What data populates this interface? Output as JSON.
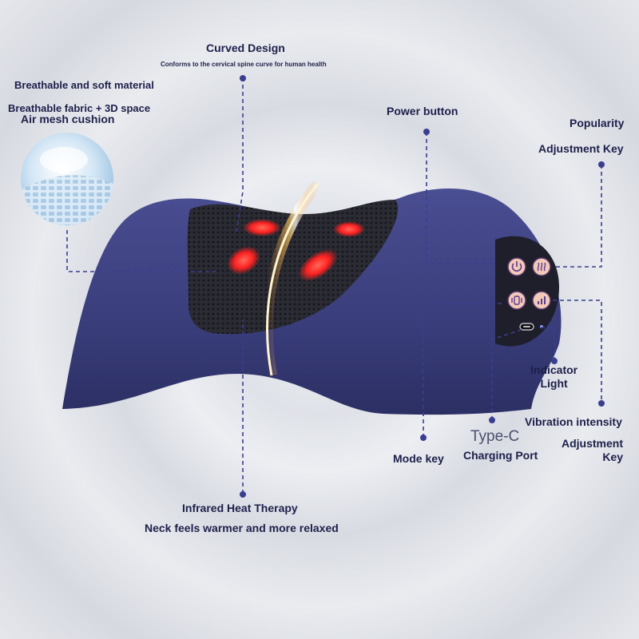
{
  "labels": {
    "curved_title": "Curved Design",
    "curved_sub": "Conforms to the cervical spine curve for human health",
    "breathable_1": "Breathable and soft material",
    "breathable_2": "Breathable fabric + 3D space",
    "breathable_3": "Air mesh cushion",
    "power": "Power button",
    "popularity": "Popularity",
    "adjust_key": "Adjustment Key",
    "indicator": "Indicator\nLight",
    "vibration": "Vibration intensity",
    "vibration_adj": "Adjustment\nKey",
    "typec": "Type-C",
    "charging": "Charging Port",
    "mode": "Mode key",
    "heat_title": "Infrared Heat Therapy",
    "heat_sub": "Neck feels warmer and more relaxed"
  },
  "colors": {
    "body": "#3b3f7e",
    "mesh": "#2b2c35",
    "heat": "#ff2a2a",
    "leader": "#3a3e8f",
    "button": "#f3c9b8"
  },
  "icons": [
    "power-icon",
    "heat-icon",
    "vibration-icon",
    "intensity-icon",
    "usb-c-port-icon"
  ]
}
